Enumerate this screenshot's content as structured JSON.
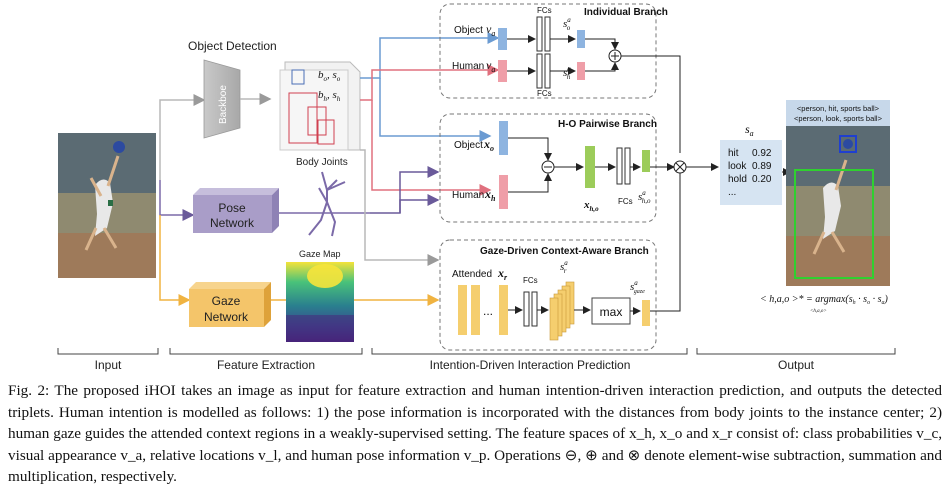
{
  "diagram": {
    "object_detection_label": "Object Detection",
    "backbone_label": "Backboe",
    "bo_so": "b",
    "bo_sub": "o",
    "so_sub": "o",
    "bh_sub": "h",
    "sh_sub": "h",
    "body_joints_label": "Body Joints",
    "gaze_map_label": "Gaze Map",
    "pose_network_label_1": "Pose",
    "pose_network_label_2": "Network",
    "gaze_network_label_1": "Gaze",
    "gaze_network_label_2": "Network",
    "individual_branch_title": "Individual Branch",
    "object_va_label": "Object",
    "human_va_label": "Human",
    "fcs_label": "FCs",
    "hopairwise_title": "H-O Pairwise Branch",
    "object_xo_label": "Object",
    "human_xh_label": "Human",
    "gaze_branch_title": "Gaze-Driven Context-Aware Branch",
    "attended_label": "Attended",
    "max_label": "max",
    "dots": "...",
    "sa_label": "s",
    "scores": [
      {
        "verb": "hit",
        "score": "0.92"
      },
      {
        "verb": "look",
        "score": "0.89"
      },
      {
        "verb": "hold",
        "score": "0.20"
      },
      {
        "verb": "...",
        "score": ""
      }
    ],
    "triplet_1": "<person, hit, sports ball>",
    "triplet_2": "<person, look, sports ball>",
    "argmax_formula": "<h,a,o>* = argmax(s",
    "section_input": "Input",
    "section_feature": "Feature Extraction",
    "section_intention": "Intention-Driven Interaction Prediction",
    "section_output": "Output",
    "colors": {
      "blue": "#6b9bd2",
      "pink": "#e9a0a8",
      "purple": "#7b6aa8",
      "orange": "#f0b341",
      "green": "#8cc63f",
      "grey": "#b8b8b8",
      "score_bg": "#d6e4f2"
    }
  },
  "caption": {
    "text": "Fig. 2: The proposed iHOI takes an image as input for feature extraction and human intention-driven interaction prediction, and outputs the detected triplets. Human intention is modelled as follows: 1) the pose information is incorporated with the distances from body joints to the instance center; 2) human gaze guides the attended context regions in a weakly-supervised setting. The feature spaces of x_h, x_o and x_r consist of: class probabilities v_c, visual appearance v_a, relative locations v_l, and human pose information v_p. Operations ⊖, ⊕ and ⊗ denote element-wise subtraction, summation and multiplication, respectively."
  }
}
